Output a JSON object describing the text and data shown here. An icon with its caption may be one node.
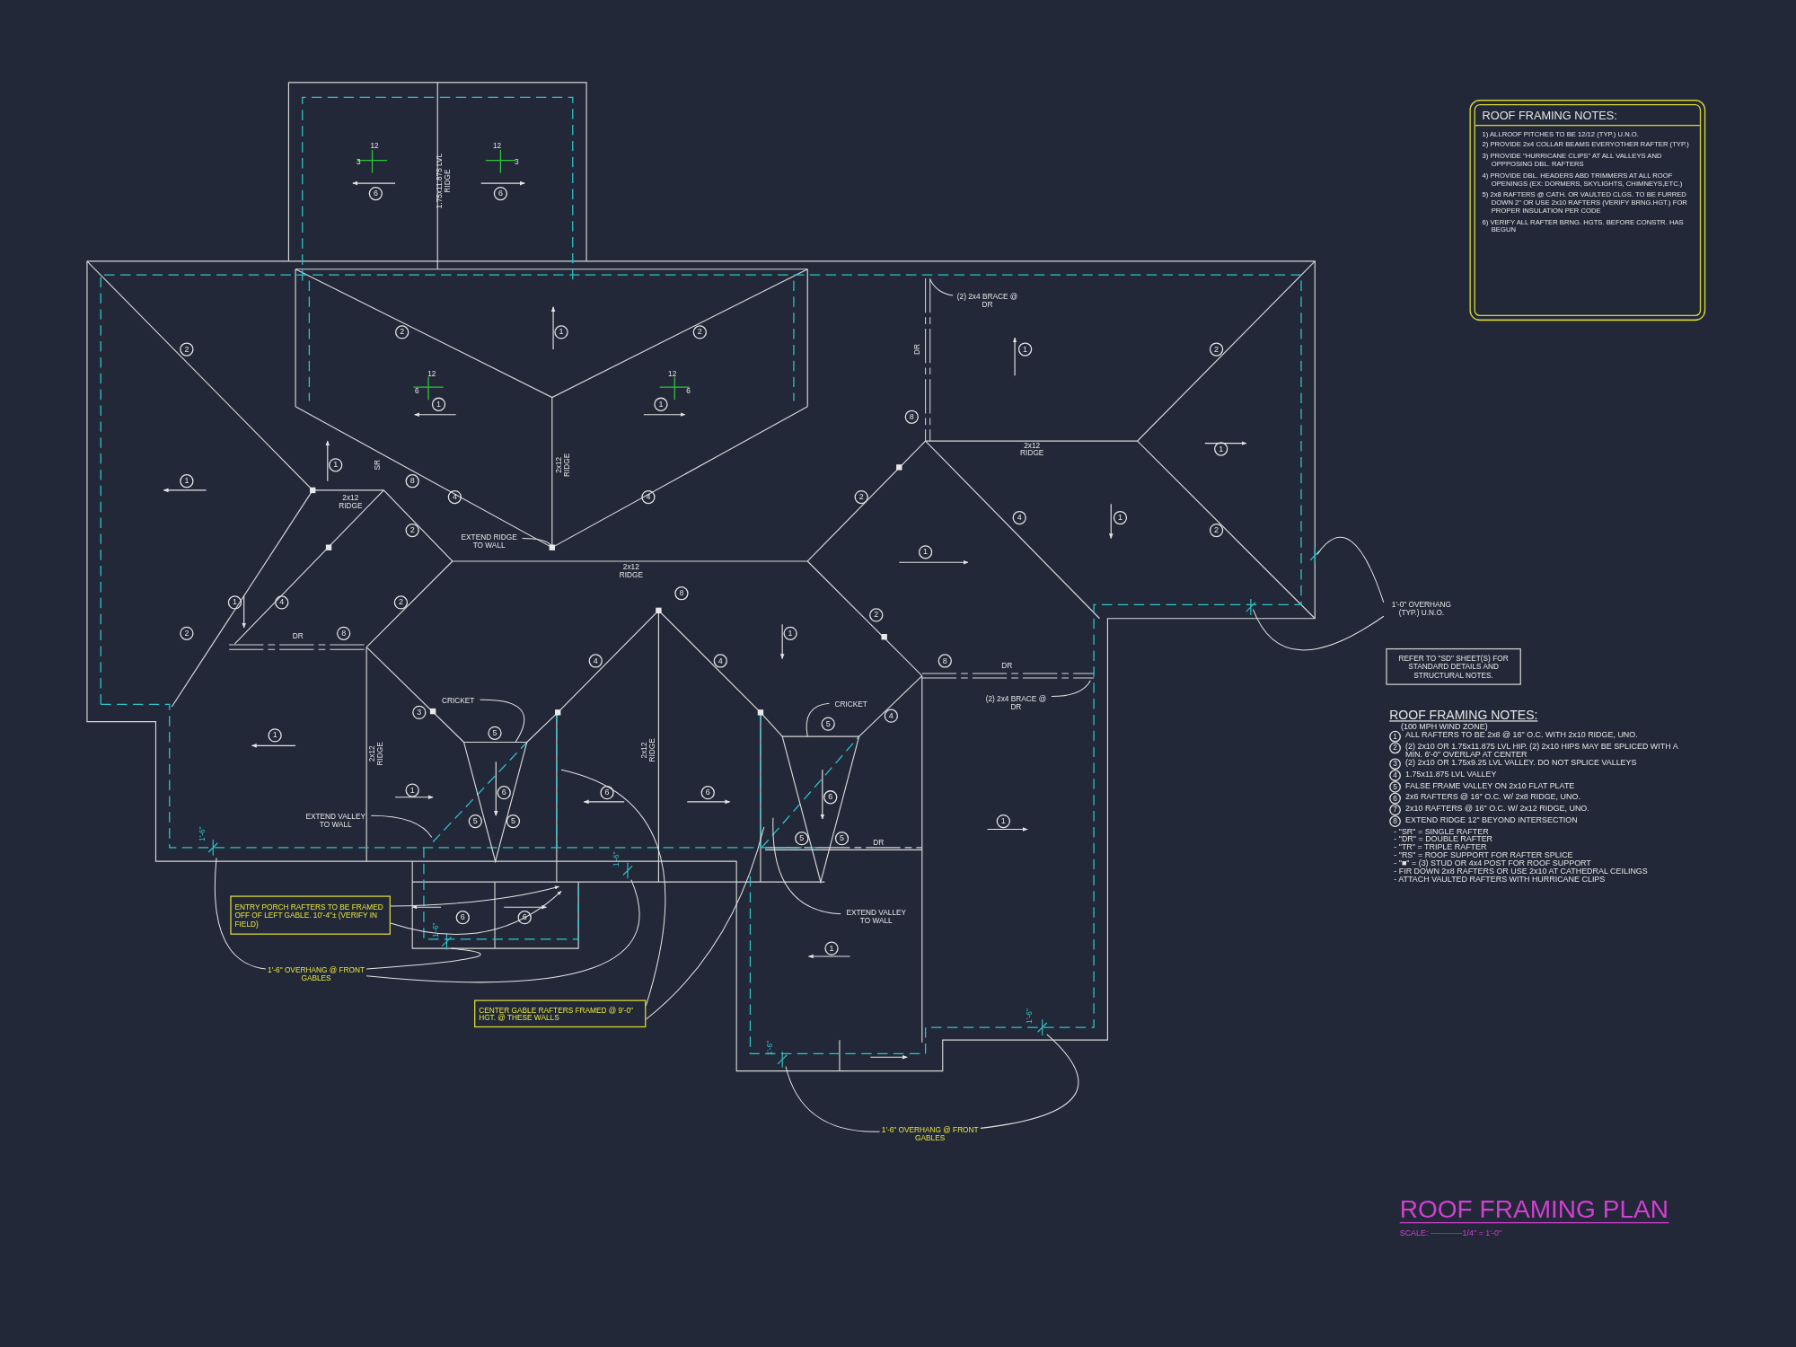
{
  "diagram": {
    "title": "ROOF FRAMING PLAN",
    "nodes": [
      {
        "text": [
          "ROOF FRAMING NOTES:",
          "1) ALLROOF PITCHES TO BE 12/12 (TYP.) U.N.O.",
          "2) PROVIDE 2x4 COLLAR BEAMS EVERYOTHER RAFTER (TYP.)",
          "3) PROVIDE \"HURRICANE CLIPS\" AT ALL VALLEYS AND OPPPOSING DBL. RAFTERS",
          "4) PROVIDE DBL. HEADERS ABD TRIMMERS AT ALL ROOF OPENINGS (EX: DORMERS, SKYLIGHTS, CHIMNEYS,ETC.)",
          "5) 2x8 RAFTERS @ CATH. OR VAULTED CLGS. TO BE FURRED DOWN 2\" OR USE 2x10 RAFTERS (VERIFY BRNG.HGT.) FOR PROPER INSULATION PER CODE",
          "6) VERIFY ALL RAFTER BRNG. HGTS. BEFORE CONSTR. HAS BEGUN"
        ]
      },
      {
        "text": [
          "EXTEND RIDGE TO WALL"
        ]
      },
      {
        "text": [
          "(2) 2x4 BRACE @ DR"
        ]
      },
      {
        "text": [
          "1'-0\" OVERHANG (TYP.) U.N.O."
        ]
      },
      {
        "text": [
          "REFER TO \"SD\" SHEET(S) FOR STANDARD DETAILS AND STRUCTURAL NOTES."
        ]
      },
      {
        "text": [
          "CRICKET"
        ]
      },
      {
        "text": [
          "EXTEND VALLEY TO WALL"
        ]
      },
      {
        "text": [
          "CRICKET"
        ]
      },
      {
        "text": [
          "(2) 2x4 BRACE @ DR"
        ]
      },
      {
        "text": [
          "EXTEND VALLEY TO WALL"
        ]
      },
      {
        "text": [
          "ENTRY PORCH RAFTERS TO BE FRAMED OFF OF LEFT GABLE. 10'-4\"± (VERIFY IN FIELD)"
        ]
      },
      {
        "text": [
          "1'-6\" OVERHANG @ FRONT GABLES"
        ]
      },
      {
        "text": [
          "CENTER GABLE RAFTERS FRAMED @ 9'-0\" HGT. @ THESE WALLS"
        ]
      },
      {
        "text": [
          "1'-6\" OVERHANG @ FRONT GABLES"
        ]
      },
      {
        "text": [],
        "shape": "triangle"
      },
      {
        "text": [],
        "shape": "triangle"
      }
    ],
    "edges": [
      {
        "from": 1,
        "to": null,
        "arrow": "none"
      },
      {
        "from": 2,
        "to": null,
        "arrow": "none"
      },
      {
        "from": 3,
        "to": null,
        "arrow": "none"
      },
      {
        "from": 3,
        "to": null,
        "arrow": "none"
      },
      {
        "from": 5,
        "to": 14,
        "arrow": "none"
      },
      {
        "from": 6,
        "to": null,
        "arrow": "none"
      },
      {
        "from": 7,
        "to": 15,
        "arrow": "none"
      },
      {
        "from": 8,
        "to": null,
        "arrow": "none"
      },
      {
        "from": 9,
        "to": null,
        "arrow": "none"
      },
      {
        "from": 10,
        "to": null,
        "arrow": "to"
      },
      {
        "from": 10,
        "to": null,
        "arrow": "to"
      },
      {
        "from": 11,
        "to": null,
        "arrow": "none"
      },
      {
        "from": 11,
        "to": null,
        "arrow": "none"
      },
      {
        "from": 11,
        "to": null,
        "arrow": "none"
      },
      {
        "from": 12,
        "to": null,
        "arrow": "none"
      },
      {
        "from": 12,
        "to": null,
        "arrow": "none"
      },
      {
        "from": 13,
        "to": null,
        "arrow": "none"
      },
      {
        "from": 13,
        "to": null,
        "arrow": "none"
      }
    ],
    "labels": [
      "12",
      "12",
      "3",
      "3",
      "1.75x11.875 LVL RIDGE",
      "6",
      "6",
      "2",
      "1",
      "2",
      "2",
      "DR",
      "1",
      "2",
      "12",
      "12",
      "6",
      "6",
      "1",
      "1",
      "8",
      "2x12 RIDGE",
      "1",
      "1",
      "SR",
      "2x12 RIDGE",
      "1",
      "8",
      "2x12 RIDGE",
      "4",
      "4",
      "2",
      "4",
      "1",
      "2",
      "2",
      "1",
      "2x12 RIDGE",
      "8",
      "1",
      "4",
      "2",
      "2",
      "2",
      "DR",
      "8",
      "1",
      "4",
      "4",
      "8",
      "DR",
      "3",
      "4",
      "1",
      "5",
      "5",
      "2x12 RIDGE",
      "2x12 RIDGE",
      "1",
      "6",
      "6",
      "6",
      "6",
      "5",
      "5",
      "1",
      "1'-6\"",
      "5",
      "5",
      "DR",
      "1'-6\"",
      "6",
      "6",
      "1'-6\"",
      "1",
      "1'-6\"",
      "1'-6\"",
      "ROOF FRAMING NOTES:",
      "(100 MPH WIND ZONE)",
      "1",
      "ALL RAFTERS TO BE 2x8 @ 16\" O.C. WITH 2x10 RIDGE, UNO.",
      "2",
      "(2) 2x10 OR 1.75x11.875 LVL HIP. (2) 2x10 HIPS MAY BE SPLICED WITH A MIN. 6'-0\" OVERLAP AT CENTER",
      "3",
      "(2) 2x10 OR 1.75x9.25 LVL VALLEY. DO NOT SPLICE VALLEYS",
      "4",
      "1.75x11.875 LVL VALLEY",
      "5",
      "FALSE FRAME VALLEY ON 2x10 FLAT PLATE",
      "6",
      "2x6 RAFTERS @ 16\" O.C. W/ 2x8 RIDGE, UNO.",
      "7",
      "2x10 RAFTERS @ 16\" O.C. W/ 2x12 RIDGE, UNO.",
      "8",
      "EXTEND RIDGE 12\" BEYOND INTERSECTION",
      "- \"SR\" = SINGLE RAFTER",
      "- \"DR\" = DOUBLE RAFTER",
      "- \"TR\" = TRIPLE RAFTER",
      "- \"RS\" = ROOF SUPPORT FOR RAFTER SPLICE",
      "- \"■\" = (3) STUD OR 4x4 POST FOR ROOF SUPPORT",
      "- FIR DOWN 2x8 RAFTERS OR USE 2x10 AT CATHEDRAL CEILINGS",
      "- ATTACH VAULTED RAFTERS WITH HURRICANE CLIPS",
      "SCALE: ------------1/4\" = 1'-0\""
    ]
  }
}
